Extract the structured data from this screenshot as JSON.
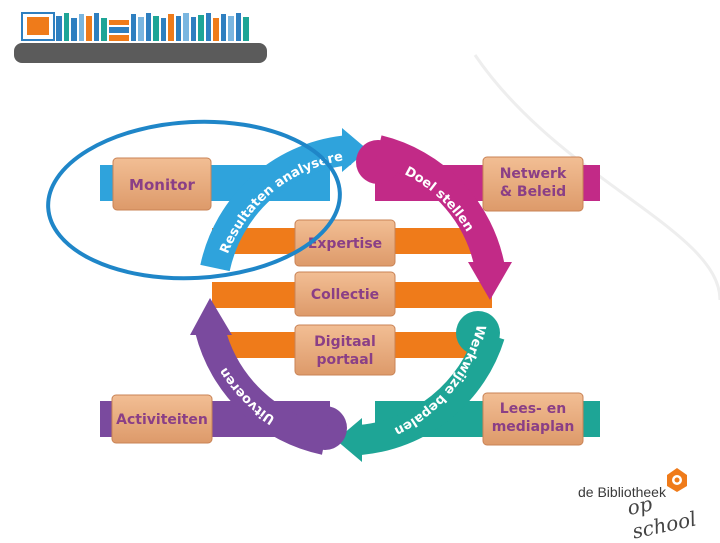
{
  "header": {
    "icon": "books-shelf-icon",
    "accent": "#2e7fc0"
  },
  "diagram": {
    "bricks": {
      "monitor": "Monitor",
      "netwerk": [
        "Netwerk",
        "& Beleid"
      ],
      "activiteiten": "Activiteiten",
      "lees": [
        "Lees- en",
        "mediaplan"
      ],
      "expertise": "Expertise",
      "collectie": "Collectie",
      "digitaal": [
        "Digitaal",
        "portaal"
      ]
    },
    "cycle": {
      "resultaten": "Resultaten analyseren",
      "doel": "Doel stellen",
      "werkwijze": "Werkwijze bepalen",
      "uitvoeren": "Uitvoeren"
    },
    "colors": {
      "blue": "#2fa3dc",
      "magenta": "#c22a87",
      "teal": "#1ea596",
      "purple": "#7a4a9e",
      "orange": "#ef7b1a",
      "brick": "#e8a878",
      "highlight": "#1f86c8"
    }
  },
  "logo": {
    "name": "de Bibliotheek",
    "tagline": "op school",
    "icon": "bibliotheek-logo-icon",
    "accent": "#ef7b1a"
  }
}
